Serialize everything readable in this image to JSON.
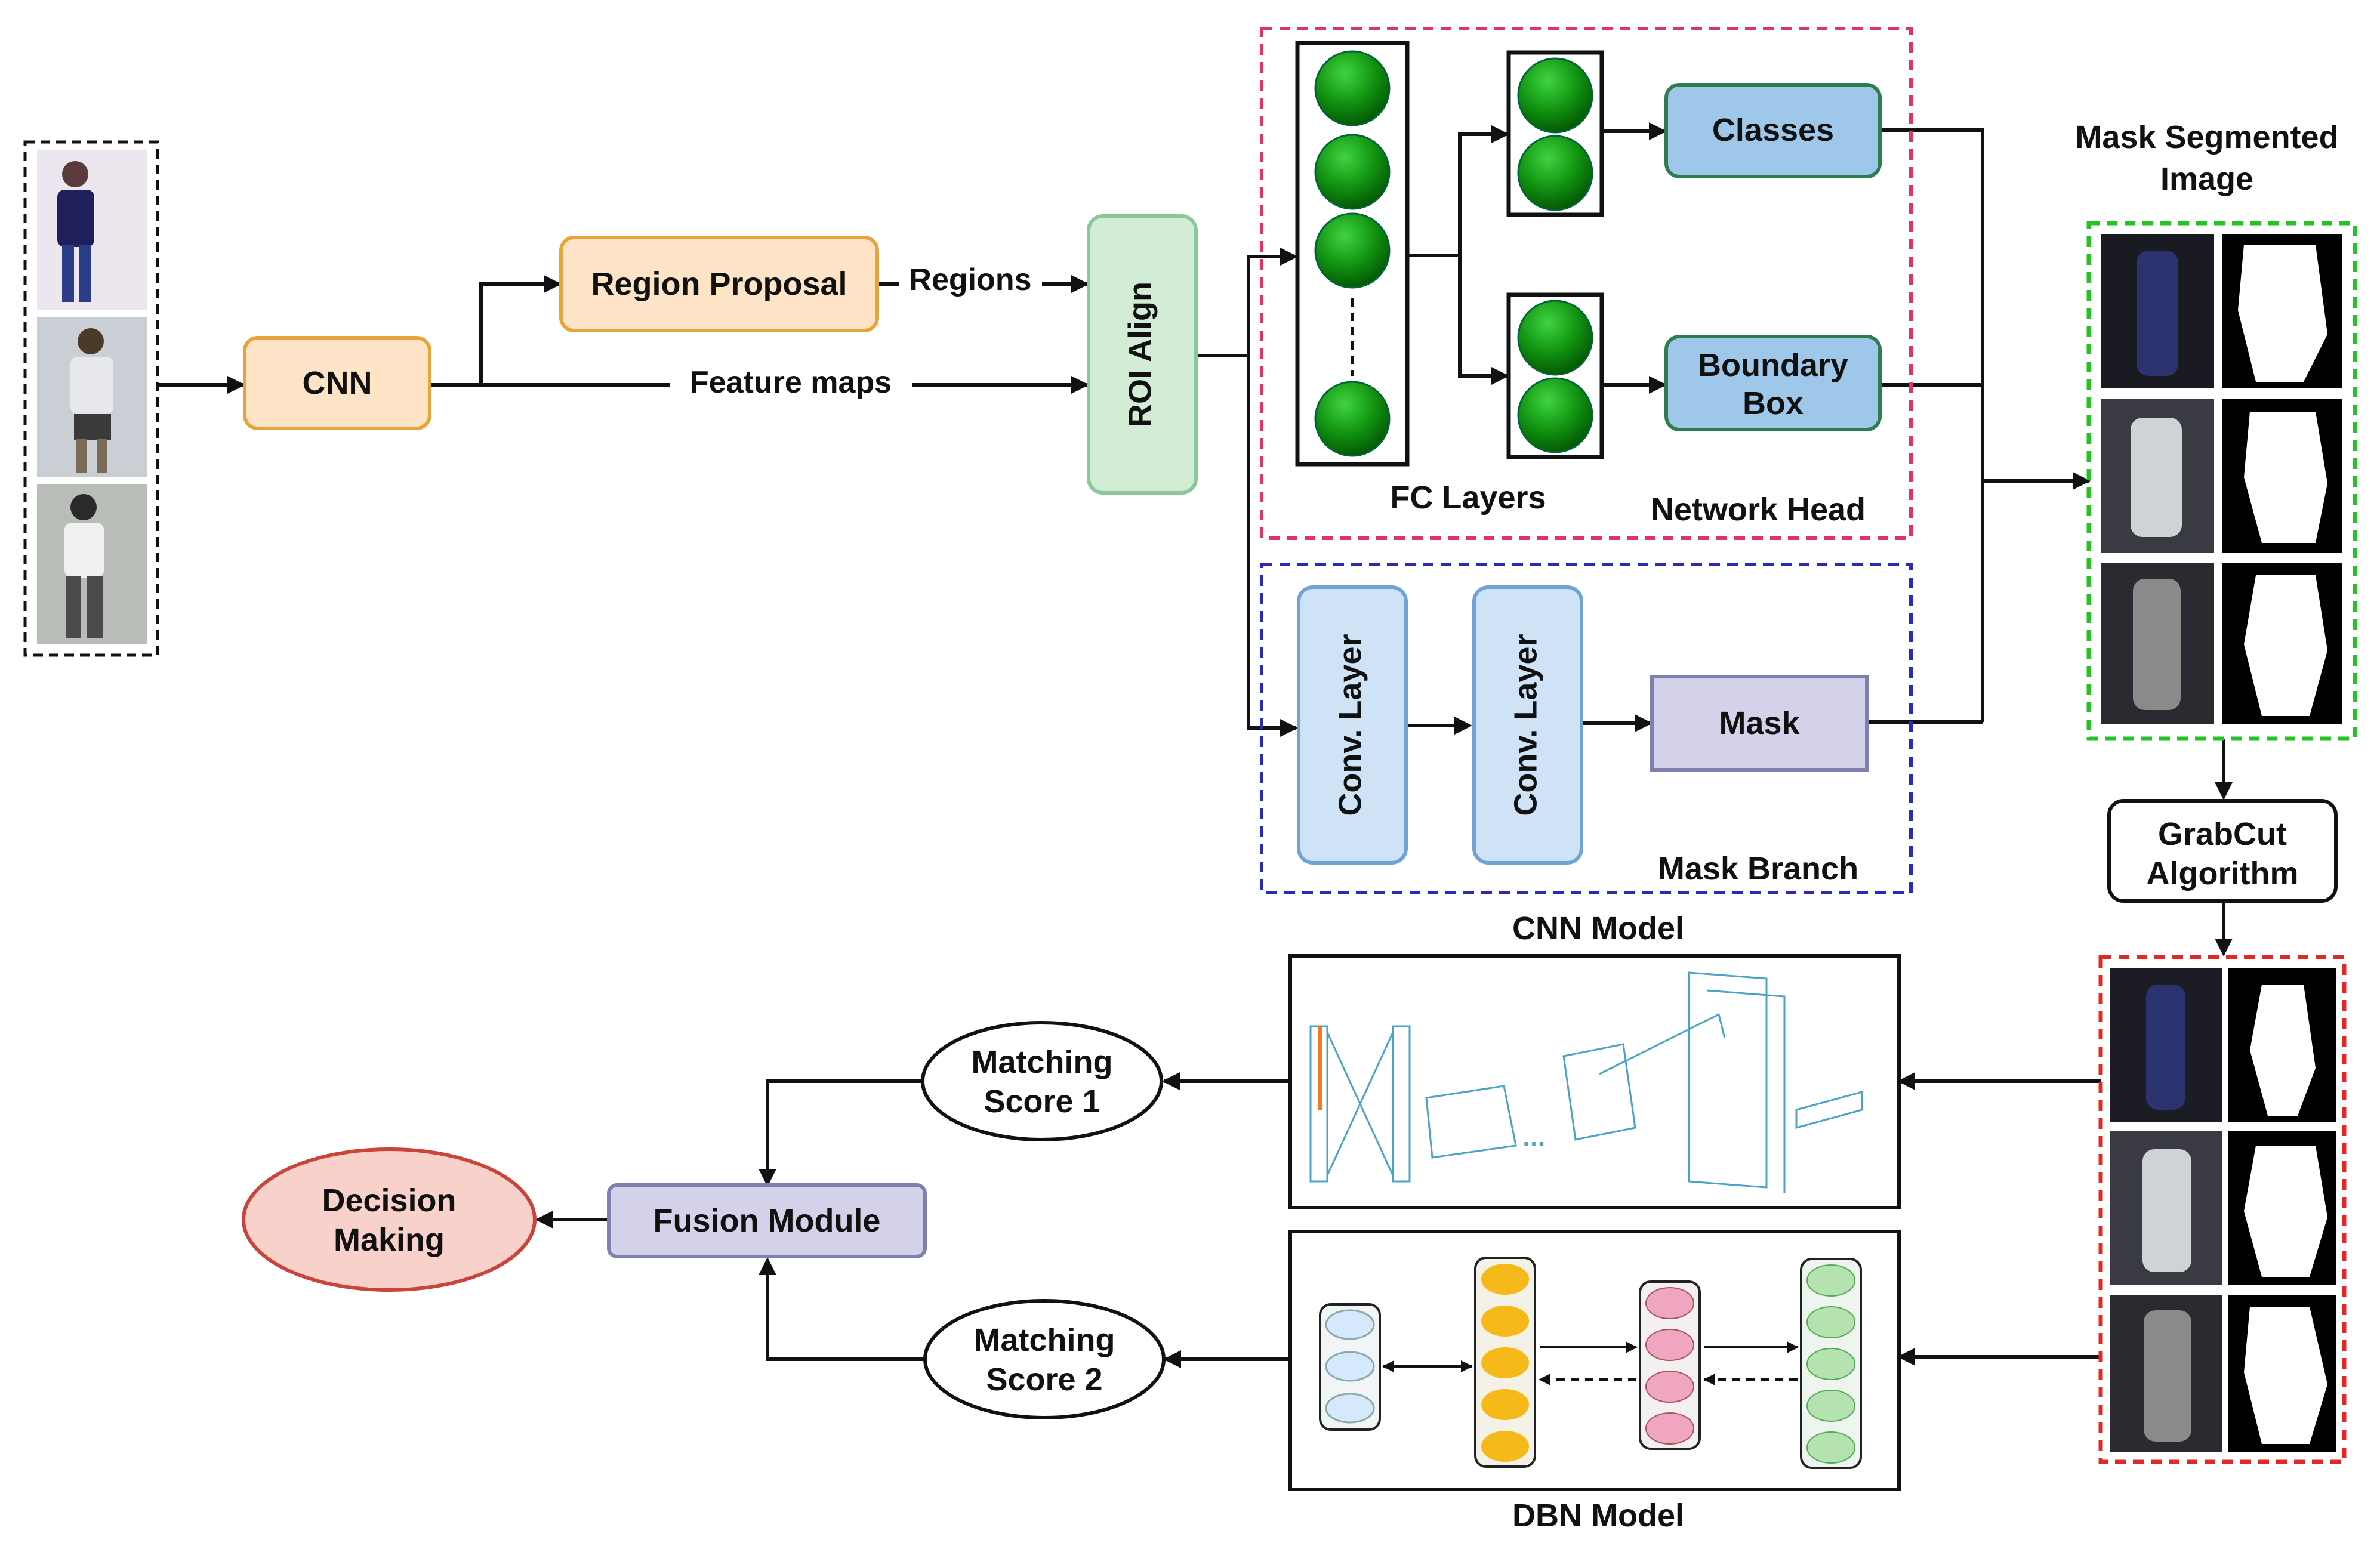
{
  "nodes": {
    "cnn": "CNN",
    "region_proposal": "Region Proposal",
    "roi_align": "ROI Align",
    "classes": "Classes",
    "boundary_box_line1": "Boundary",
    "boundary_box_line2": "Box",
    "mask": "Mask",
    "conv_layer": "Conv. Layer",
    "grabcut_line1": "GrabCut",
    "grabcut_line2": "Algorithm",
    "matching_score_1_line1": "Matching",
    "matching_score_1_line2": "Score 1",
    "matching_score_2_line1": "Matching",
    "matching_score_2_line2": "Score 2",
    "fusion_module": "Fusion Module",
    "decision_line1": "Decision",
    "decision_line2": "Making"
  },
  "edge_labels": {
    "regions": "Regions",
    "feature_maps": "Feature maps"
  },
  "groups": {
    "fc_layers": "FC Layers",
    "network_head": "Network Head",
    "mask_branch": "Mask Branch",
    "mask_segmented_line1": "Mask Segmented",
    "mask_segmented_line2": "Image",
    "cnn_model": "CNN Model",
    "dbn_model": "DBN Model"
  },
  "colors": {
    "orange_fill": "#fde4c7",
    "orange_stroke": "#e8a33a",
    "green_fill": "#d3ecd6",
    "green_stroke": "#8cc79a",
    "blue_fill": "#9fc7ea",
    "blue_stroke": "#2e7d4f",
    "conv_fill": "#cfe3f7",
    "conv_stroke": "#6fa3d6",
    "purple_fill": "#d3d2ea",
    "purple_stroke": "#7f7fb0",
    "red_fill": "#f8d1cb",
    "red_stroke": "#c9443a",
    "node_green": "#1aa31a",
    "network_head_border": "#e0336e",
    "mask_branch_border": "#2a2ab8",
    "segmented_border": "#22c322",
    "grabcut_output_border": "#e02a2a",
    "dbn_blue": "#d6e8fb",
    "dbn_orange": "#f6b91a",
    "dbn_pink": "#f0a6c0",
    "dbn_green": "#b5e3b0"
  }
}
